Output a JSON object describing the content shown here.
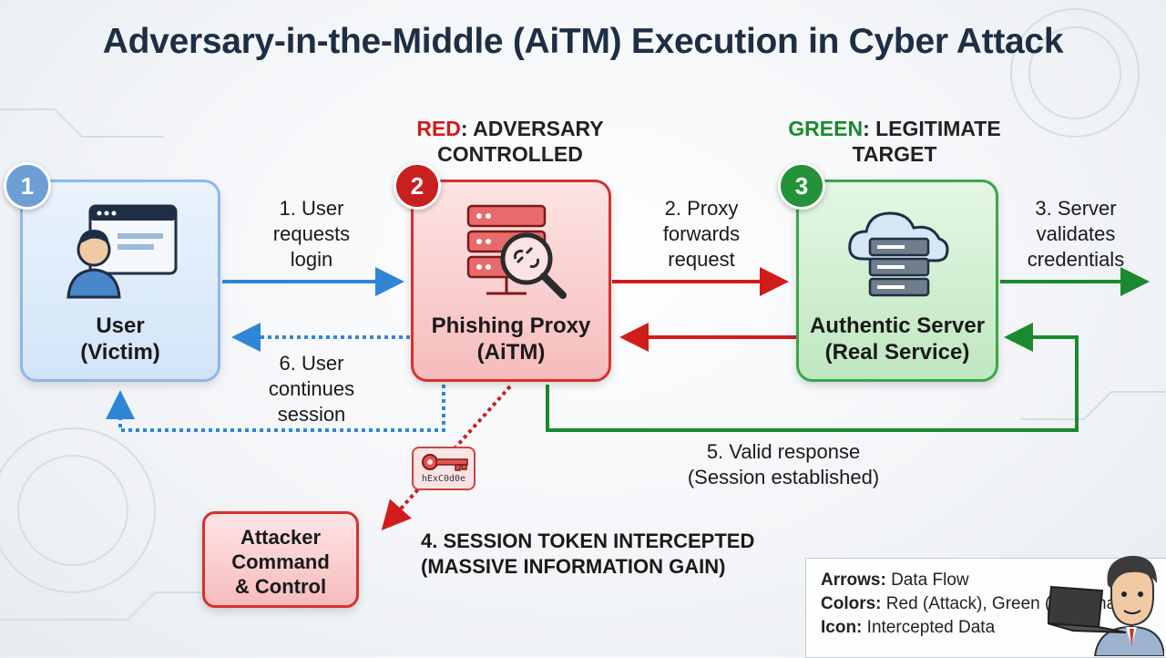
{
  "title": "Adversary-in-the-Middle (AiTM) Execution in Cyber Attack",
  "headings": {
    "adversary": {
      "color_word": "RED",
      "rest_line1": ": ADVERSARY",
      "line2": "CONTROLLED"
    },
    "legitimate": {
      "color_word": "GREEN",
      "rest_line1": ": LEGITIMATE",
      "line2": "TARGET"
    }
  },
  "nodes": {
    "user": {
      "badge": "1",
      "line1": "User",
      "line2": "(Victim)"
    },
    "proxy": {
      "badge": "2",
      "line1": "Phishing Proxy",
      "line2": "(AiTM)"
    },
    "server": {
      "badge": "3",
      "line1": "Authentic Server",
      "line2": "(Real Service)"
    },
    "c2": {
      "line1": "Attacker",
      "line2": "Command",
      "line3": "& Control"
    }
  },
  "steps": {
    "s1": [
      "1. User",
      "requests",
      "login"
    ],
    "s2": [
      "2. Proxy",
      "forwards",
      "request"
    ],
    "s3": [
      "3. Server",
      "validates",
      "credentials"
    ],
    "s4": [
      "4. SESSION TOKEN INTERCEPTED",
      "(MASSIVE INFORMATION GAIN)"
    ],
    "s5": [
      "5. Valid response",
      "(Session established)"
    ],
    "s6": [
      "6. User",
      "continues",
      "session"
    ]
  },
  "key_label": "hExC0d0e",
  "legend": {
    "arrows_label": "Arrows:",
    "arrows_value": " Data Flow",
    "colors_label": "Colors:",
    "colors_value": " Red (Attack), Green (Legitimate)",
    "icon_label": "Icon:",
    "icon_value": " Intercepted Data"
  },
  "colors": {
    "attack": "#d11c1c",
    "legit": "#1b8a2e",
    "user_flow": "#2f86d6",
    "title": "#1e2f45"
  },
  "icons": {
    "user": "user-at-browser-icon",
    "proxy": "server-with-magnifier-icon",
    "server": "cloud-server-icon",
    "key": "key-icon"
  }
}
